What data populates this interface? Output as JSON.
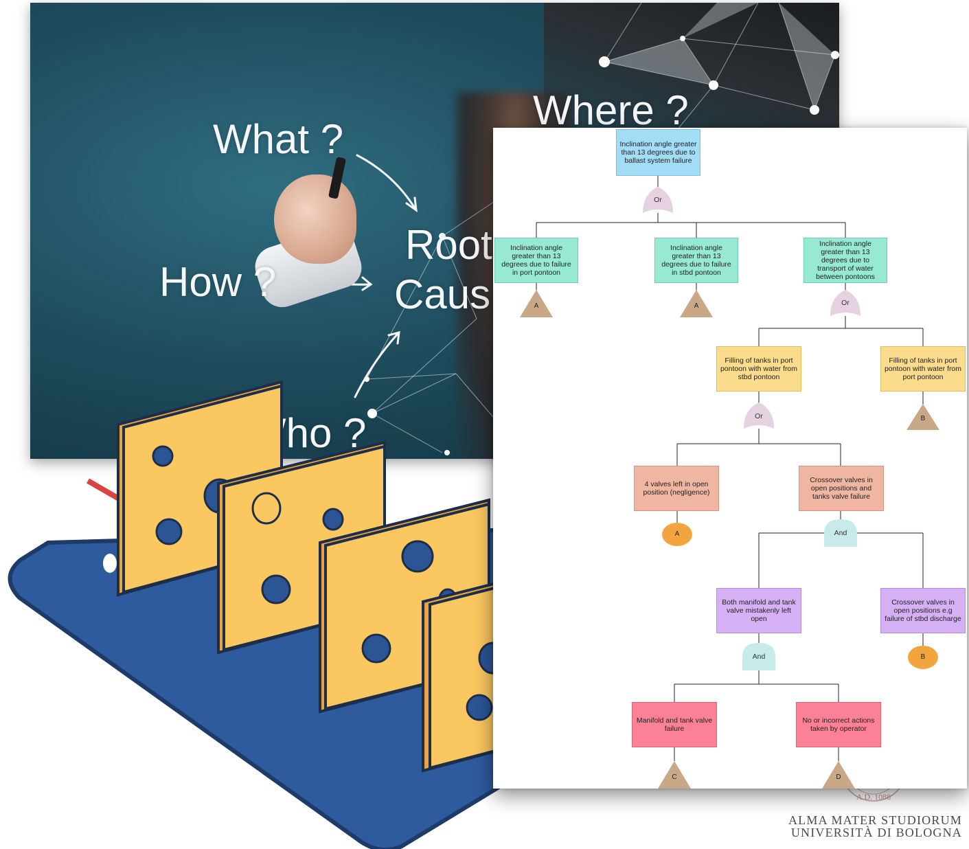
{
  "background_photo": {
    "words": {
      "what": "What ?",
      "where": "Where ?",
      "root": "Root",
      "cause": "Caus",
      "how": "How ?",
      "who": "Who ?"
    }
  },
  "cheese_model": {
    "icon": "swiss-cheese-model-icon"
  },
  "fault_tree": {
    "top_event": "Inclination angle greater than 13 degrees due to ballast system failure",
    "gates": {
      "g1": "Or",
      "g2": "Or",
      "g3": "Or",
      "g4": "And",
      "g5": "And"
    },
    "nodes": {
      "port_failure": "Inclination angle greater than 13 degrees due to failure in port pontoon",
      "stbd_failure": "Inclination angle greater than 13 degrees due to failure in stbd pontoon",
      "transport": "Inclination angle greater than 13 degrees due to transport of water between pontoons",
      "fill_port": "Filling of tanks in port pontoon with water from stbd pontoon",
      "fill_stbd": "Filling of tanks in port pontoon with water from port pontoon",
      "valves_open": "4 valves left in open position (negligence)",
      "crossover": "Crossover valves in open positions and tanks valve failure",
      "manifold_left_open": "Both manifold and tank valve mistakenly left open",
      "crossover_discharge": "Crossover valves in open positions e.g failure of stbd discharge",
      "manifold_failure": "Manifold and tank valve failure",
      "operator": "No or incorrect actions taken by operator"
    },
    "transfers": {
      "t_port": "A",
      "t_stbd": "A",
      "t_fill_stbd": "B",
      "c_valves": "A",
      "c_discharge": "B",
      "t_manifold": "C",
      "t_operator": "D"
    },
    "colors": {
      "top": "#a3dcf5",
      "level1": "#97e9d3",
      "level2": "#fbdc8c",
      "level3": "#efb7a2",
      "level4": "#d5b0f5",
      "level5": "#fb8196",
      "gate_or": "#e6d1e1",
      "gate_and": "#c6ebe9",
      "triangle": "#c8a886",
      "circle": "#f2a53e"
    }
  },
  "logo": {
    "line1": "ALMA MATER STUDIORUM",
    "line2": "UNIVERSITÀ DI BOLOGNA",
    "seal_text": "A.D. 1088"
  }
}
